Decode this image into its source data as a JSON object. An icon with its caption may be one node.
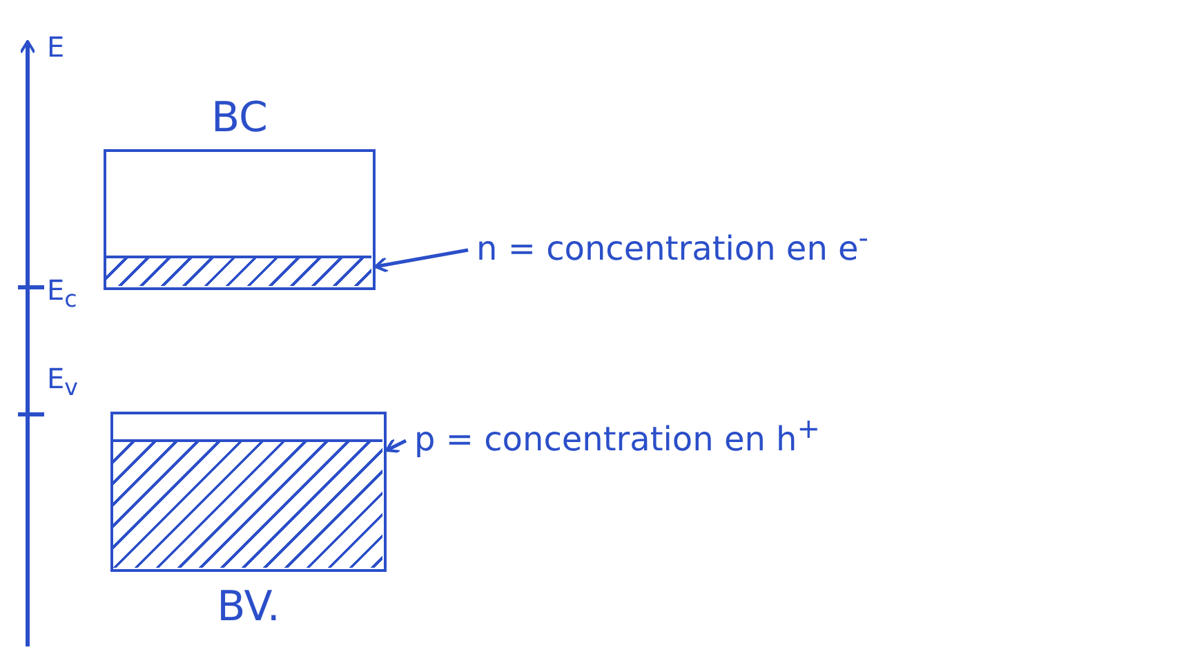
{
  "diagram": {
    "nodes": [
      {
        "text": [
          "BC"
        ]
      },
      {
        "text": [],
        "shape": "bar",
        "in": 0
      },
      {
        "text": [
          "BV."
        ]
      },
      {
        "text": [],
        "shape": "bar",
        "in": 2
      },
      {
        "text": [
          "n = concentration en e$^{-}$"
        ]
      },
      {
        "text": [
          "p = concentration en h$^{+}$"
        ]
      }
    ],
    "edges": [
      {
        "from": 4,
        "to": 1,
        "arrow": "to"
      },
      {
        "from": 5,
        "to": 3,
        "arrow": "to"
      }
    ],
    "labels": [
      "E",
      "E$_{c}$",
      "E$_{v}$"
    ]
  }
}
